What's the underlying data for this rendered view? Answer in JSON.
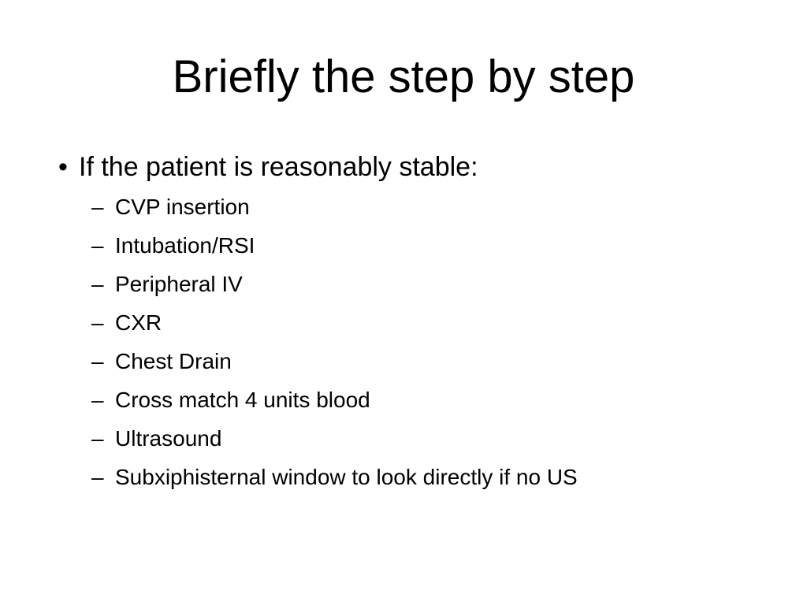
{
  "slide": {
    "title": "Briefly the step by step",
    "bullet_glyph": "•",
    "dash_glyph": "–",
    "bullets": [
      {
        "text": "If the patient is reasonably stable:",
        "subitems": [
          "CVP insertion",
          "Intubation/RSI",
          "Peripheral IV",
          "CXR",
          "Chest Drain",
          "Cross match 4 units blood",
          "Ultrasound",
          "Subxiphisternal window to look directly if no US"
        ]
      }
    ]
  }
}
